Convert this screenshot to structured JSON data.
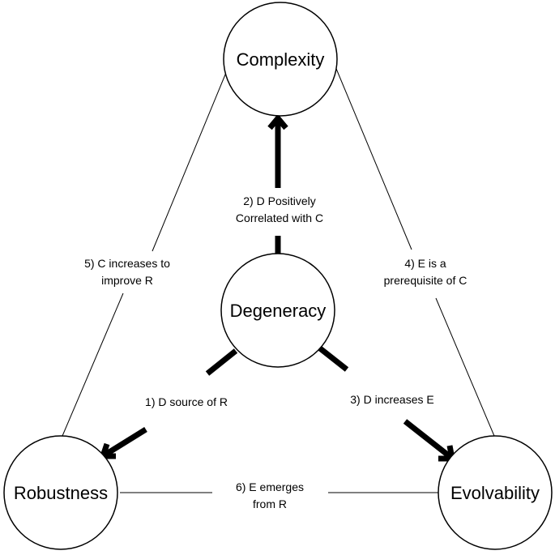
{
  "nodes": {
    "complexity": "Complexity",
    "degeneracy": "Degeneracy",
    "robustness": "Robustness",
    "evolvability": "Evolvability"
  },
  "edges": {
    "d_source_r": {
      "line1": "1) D source of R"
    },
    "d_corr_c": {
      "line1": "2) D Positively",
      "line2": "Correlated with C"
    },
    "d_incr_e": {
      "line1": "3) D increases E"
    },
    "e_prereq_c": {
      "line1": "4) E is a",
      "line2": "prerequisite of C"
    },
    "c_improve_r": {
      "line1": "5) C increases to",
      "line2": "improve R"
    },
    "e_from_r": {
      "line1": "6) E emerges",
      "line2": "from R"
    }
  }
}
